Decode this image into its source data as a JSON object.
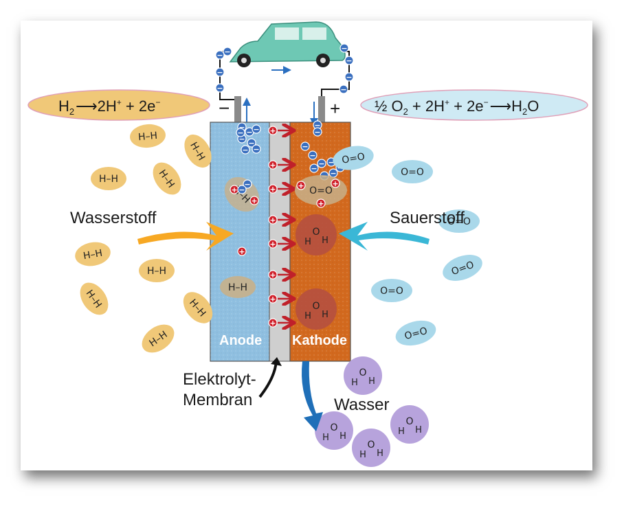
{
  "equations": {
    "anode_parts": [
      "H",
      "2",
      "2H",
      "+",
      " + 2e",
      "−"
    ],
    "cathode_parts": [
      "½ O",
      "2",
      " + 2H",
      "+",
      " + 2e",
      "−",
      "H",
      "2",
      "O"
    ]
  },
  "terminals": {
    "minus": "−",
    "plus": "+"
  },
  "labels": {
    "hydrogen": "Wasserstoff",
    "oxygen": "Sauerstoff",
    "anode": "Anode",
    "cathode": "Kathode",
    "membrane_line1": "Elektrolyt-",
    "membrane_line2": "Membran",
    "water": "Wasser"
  },
  "molecules": {
    "hydrogen": "H–H",
    "oxygen": "O=O",
    "water_o": "O",
    "water_h": "H"
  },
  "charges": {
    "electron": "−",
    "proton": "+"
  },
  "colors": {
    "anode": "#8fbfe0",
    "cathode": "#d2691e",
    "membrane": "#cfcfcf",
    "hydrogen_blob": "#f0c878",
    "oxygen_blob": "#a9d8ea",
    "water_blob": "#b7a3dc",
    "water_in_cathode": "#b5503f",
    "electron": "#3a6fbf",
    "proton": "#d0202a",
    "arrow_h2": "#f7a823",
    "arrow_o2": "#3ab7d6",
    "arrow_water": "#1f6fb8",
    "car": "#6ec8b4"
  }
}
